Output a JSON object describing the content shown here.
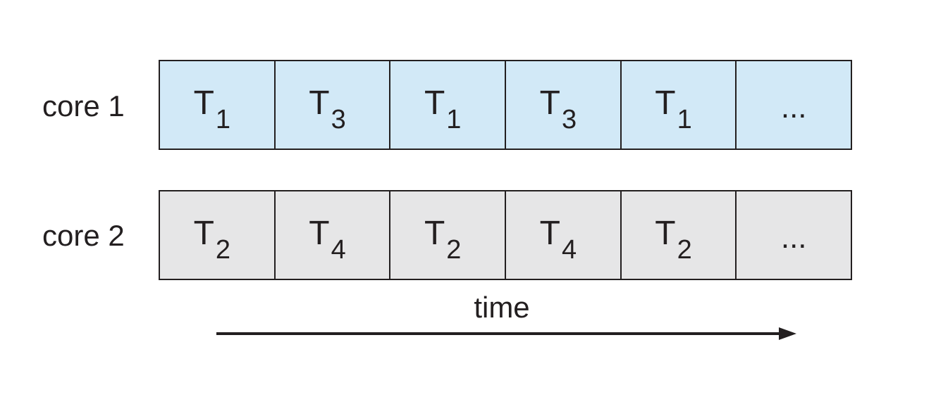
{
  "cores": [
    {
      "label": "core 1",
      "color": "#d2e9f7",
      "slots": [
        {
          "main": "T",
          "sub": "1"
        },
        {
          "main": "T",
          "sub": "3"
        },
        {
          "main": "T",
          "sub": "1"
        },
        {
          "main": "T",
          "sub": "3"
        },
        {
          "main": "T",
          "sub": "1"
        },
        {
          "main": "...",
          "sub": ""
        }
      ]
    },
    {
      "label": "core 2",
      "color": "#e6e6e7",
      "slots": [
        {
          "main": "T",
          "sub": "2"
        },
        {
          "main": "T",
          "sub": "4"
        },
        {
          "main": "T",
          "sub": "2"
        },
        {
          "main": "T",
          "sub": "4"
        },
        {
          "main": "T",
          "sub": "2"
        },
        {
          "main": "...",
          "sub": ""
        }
      ]
    }
  ],
  "axis": {
    "label": "time",
    "arrow_icon": "arrow-right-icon"
  }
}
